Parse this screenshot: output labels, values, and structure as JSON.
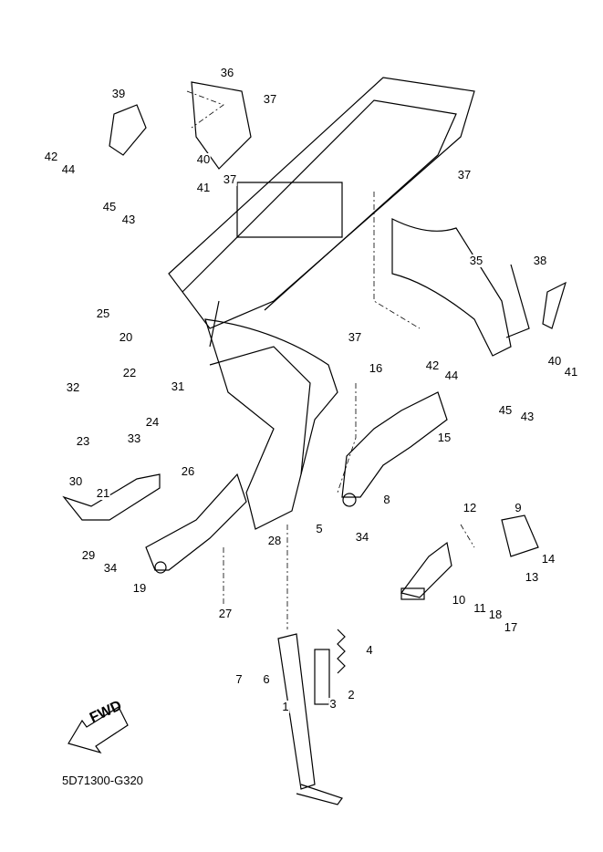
{
  "diagram": {
    "drawing_code": "5D71300-G320",
    "direction_marker": "FWD",
    "part_callouts": [
      "36",
      "37",
      "39",
      "42",
      "44",
      "40",
      "37",
      "45",
      "41",
      "43",
      "37",
      "35",
      "38",
      "25",
      "20",
      "37",
      "42",
      "44",
      "40",
      "41",
      "16",
      "22",
      "32",
      "31",
      "45",
      "43",
      "24",
      "23",
      "33",
      "15",
      "26",
      "30",
      "21",
      "8",
      "12",
      "9",
      "5",
      "34",
      "29",
      "34",
      "28",
      "14",
      "19",
      "10",
      "11",
      "18",
      "17",
      "13",
      "27",
      "4",
      "7",
      "6",
      "2",
      "3",
      "1"
    ],
    "line_color": "#000000",
    "background": "#ffffff"
  }
}
